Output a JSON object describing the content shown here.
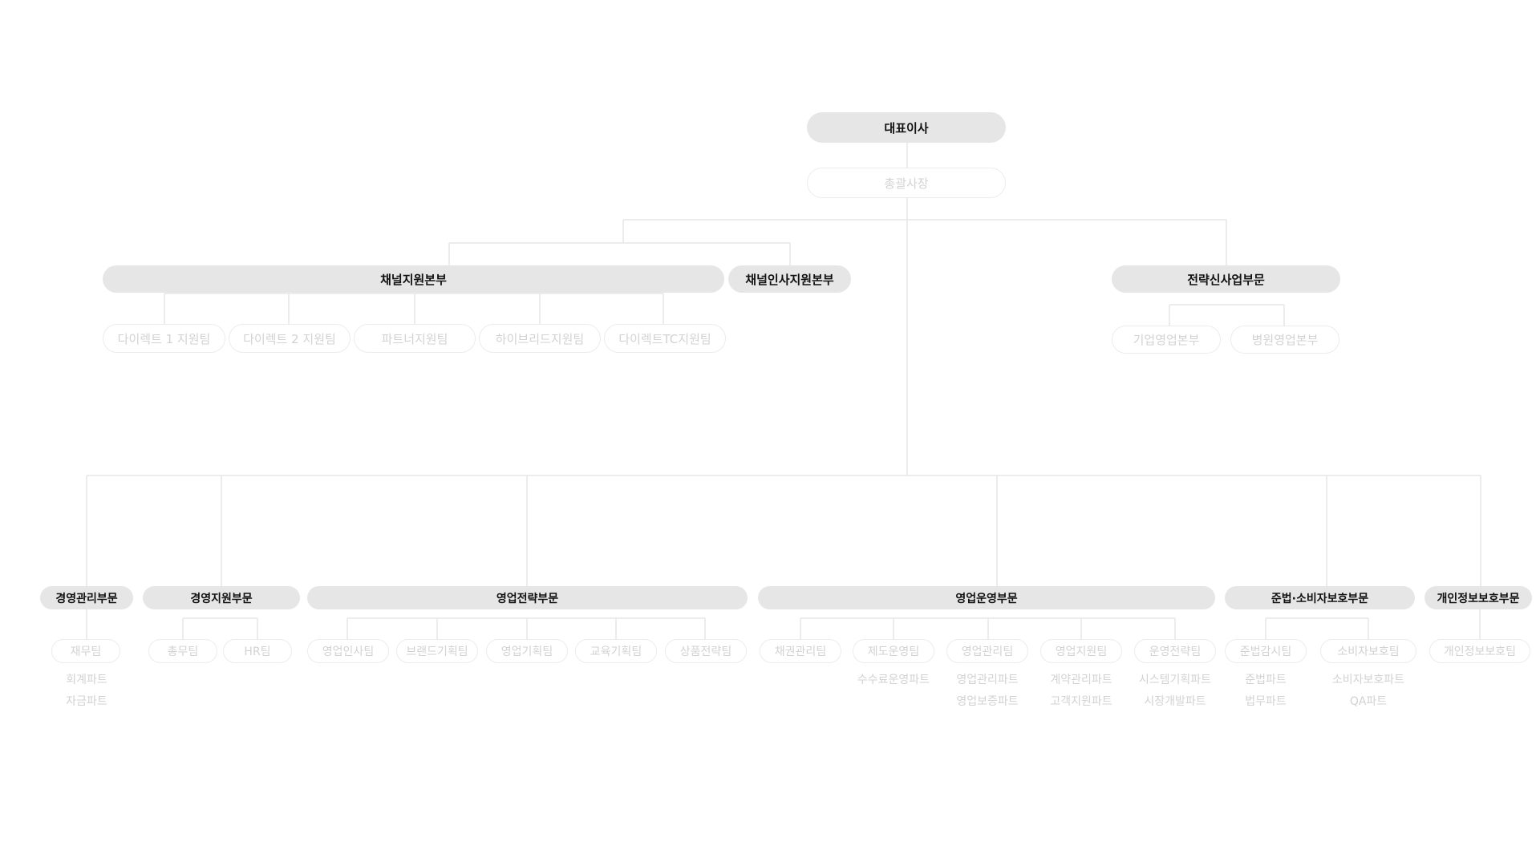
{
  "chart": {
    "ceo": "대표이사",
    "president": "총괄사장"
  },
  "upper": {
    "channel_support": {
      "title": "채널지원본부",
      "teams": [
        "다이렉트 1 지원팀",
        "다이렉트 2 지원팀",
        "파트너지원팀",
        "하이브리드지원팀",
        "다이렉트TC지원팀"
      ]
    },
    "channel_hr": {
      "title": "채널인사지원본부"
    },
    "strategic_new_business": {
      "title": "전략신사업부문",
      "units": [
        "기업영업본부",
        "병원영업본부"
      ]
    }
  },
  "divisions": [
    {
      "title": "경영관리부문",
      "teams": [
        {
          "name": "재무팀",
          "parts": [
            "회계파트",
            "자금파트"
          ]
        }
      ]
    },
    {
      "title": "경영지원부문",
      "teams": [
        {
          "name": "총무팀",
          "parts": []
        },
        {
          "name": "HR팀",
          "parts": []
        }
      ]
    },
    {
      "title": "영업전략부문",
      "teams": [
        {
          "name": "영업인사팀",
          "parts": []
        },
        {
          "name": "브랜드기획팀",
          "parts": []
        },
        {
          "name": "영업기획팀",
          "parts": []
        },
        {
          "name": "교육기획팀",
          "parts": []
        },
        {
          "name": "상품전략팀",
          "parts": []
        }
      ]
    },
    {
      "title": "영업운영부문",
      "teams": [
        {
          "name": "채권관리팀",
          "parts": []
        },
        {
          "name": "제도운영팀",
          "parts": [
            "수수료운영파트"
          ]
        },
        {
          "name": "영업관리팀",
          "parts": [
            "영업관리파트",
            "영업보증파트"
          ]
        },
        {
          "name": "영업지원팀",
          "parts": [
            "계약관리파트",
            "고객지원파트"
          ]
        },
        {
          "name": "운영전략팀",
          "parts": [
            "시스템기획파트",
            "시장개발파트"
          ]
        }
      ]
    },
    {
      "title": "준법·소비자보호부문",
      "teams": [
        {
          "name": "준법감시팀",
          "parts": [
            "준법파트",
            "법무파트"
          ]
        },
        {
          "name": "소비자보호팀",
          "parts": [
            "소비자보호파트",
            "QA파트"
          ]
        }
      ]
    },
    {
      "title": "개인정보보호부문",
      "teams": [
        {
          "name": "개인정보보호팀",
          "parts": []
        }
      ]
    }
  ],
  "colors": {
    "lead_fill": "#e6e6e6",
    "lead_text": "#111111",
    "ghost_border": "#ececec",
    "ghost_text": "#d2d2d2",
    "connector": "#e6e6e6"
  }
}
